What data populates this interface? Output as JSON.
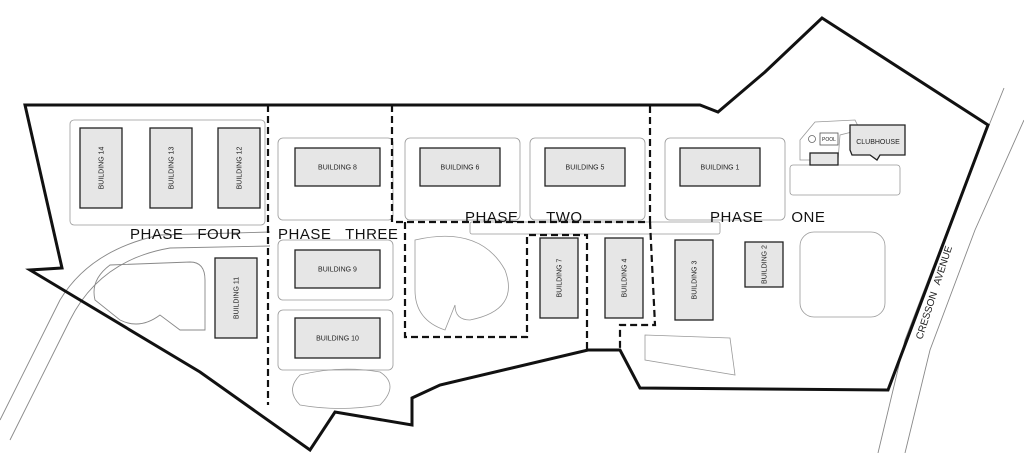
{
  "buildings": [
    {
      "id": "b14",
      "label": "BUILDING 14"
    },
    {
      "id": "b13",
      "label": "BUILDING 13"
    },
    {
      "id": "b12",
      "label": "BUILDING 12"
    },
    {
      "id": "b11",
      "label": "BUILDING 11"
    },
    {
      "id": "b8",
      "label": "BUILDING 8"
    },
    {
      "id": "b9",
      "label": "BUILDING 9"
    },
    {
      "id": "b10",
      "label": "BUILDING 10"
    },
    {
      "id": "b6",
      "label": "BUILDING 6"
    },
    {
      "id": "b5",
      "label": "BUILDING 5"
    },
    {
      "id": "b1",
      "label": "BUILDING 1"
    },
    {
      "id": "b7",
      "label": "BUILDING 7"
    },
    {
      "id": "b4",
      "label": "BUILDING 4"
    },
    {
      "id": "b3",
      "label": "BUILDING 3"
    },
    {
      "id": "b2",
      "label": "BUILDING 2"
    }
  ],
  "amenities": {
    "clubhouse": "CLUBHOUSE",
    "pool": "POOL"
  },
  "phases": {
    "four": "PHASE   FOUR",
    "three": "PHASE   THREE",
    "two": "PHASE      TWO",
    "one": "PHASE      ONE"
  },
  "street": "CRESSON   AVENUE"
}
